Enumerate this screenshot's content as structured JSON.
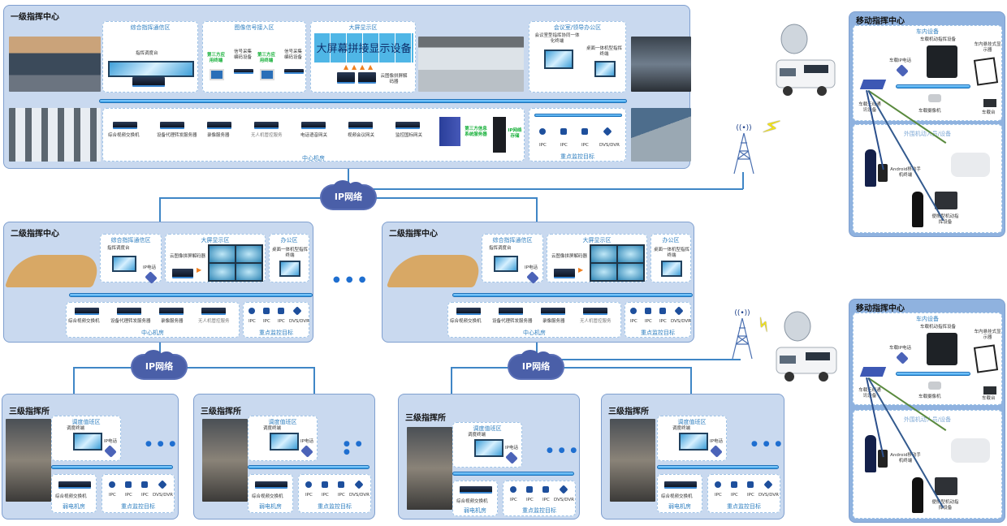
{
  "network": {
    "cloud_label": "IP网络"
  },
  "level1": {
    "title": "一级指挥中心",
    "zones": {
      "command": {
        "title": "综合指挥通信区",
        "console": "指挥调度台"
      },
      "signal": {
        "title": "图像信号接入区",
        "third_party_1": "第三方应用终端",
        "collector_1": "信号采集编码设备",
        "third_party_2": "第三方应用终端",
        "collector_2": "信号采集编码设备"
      },
      "display": {
        "title": "大屏显示区",
        "wall_text": "大屏幕拼接显示设备",
        "decoder": "云图像拼屏解码器"
      },
      "meeting": {
        "title": "会议室/领导办公区",
        "meeting_terminal": "会议室型指挥协同一体化终端",
        "desktop_terminal": "桌面一体机型指挥终端"
      },
      "datacenter": {
        "title": "中心机房",
        "servers": [
          "综合视频交换机",
          "设备代理转发服务器",
          "录像服务器",
          "无人机管控服务",
          "电话语音网关",
          "视频会议网关",
          "监控国标网关"
        ],
        "third_party_server": "第三方信息系统服务器",
        "storage": "IP网络存储"
      },
      "monitoring": {
        "title": "重点监控目标",
        "devices": [
          "IPC",
          "IPC",
          "IPC",
          "DVS/DVR"
        ]
      }
    }
  },
  "level2": [
    {
      "title": "二级指挥中心",
      "zones": {
        "command": {
          "title": "综合指挥通信区",
          "console": "指挥调度台",
          "ip_phone": "IP电话"
        },
        "display": {
          "title": "大屏显示区",
          "decoder": "云图像拼屏解码器"
        },
        "office": {
          "title": "办公区",
          "desktop_terminal": "桌面一体机型指挥终端"
        },
        "datacenter": {
          "title": "中心机房",
          "servers": [
            "综合视频交换机",
            "设备代理转发服务器",
            "录像服务器",
            "无人机管控服务"
          ]
        },
        "monitoring": {
          "title": "重点监控目标",
          "devices": [
            "IPC",
            "IPC",
            "IPC",
            "DVS/DVR"
          ]
        }
      }
    },
    {
      "title": "二级指挥中心",
      "zones": {
        "command": {
          "title": "综合指挥通信区",
          "console": "指挥调度台",
          "ip_phone": "IP电话"
        },
        "display": {
          "title": "大屏显示区",
          "decoder": "云图像拼屏解码器"
        },
        "office": {
          "title": "办公区",
          "desktop_terminal": "桌面一体机型指挥终端"
        },
        "datacenter": {
          "title": "中心机房",
          "servers": [
            "综合视频交换机",
            "设备代理转发服务器",
            "录像服务器",
            "无人机管控服务"
          ]
        },
        "monitoring": {
          "title": "重点监控目标",
          "devices": [
            "IPC",
            "IPC",
            "IPC",
            "DVS/DVR"
          ]
        }
      }
    }
  ],
  "level3": [
    {
      "title": "三级指挥所",
      "duty": {
        "title": "调度值班区",
        "terminal": "调度终端",
        "ip_phone": "IP电话"
      },
      "room": {
        "title": "弱电机房",
        "switch": "综合视频交换机"
      },
      "monitoring": {
        "title": "重点监控目标",
        "devices": [
          "IPC",
          "IPC",
          "IPC",
          "DVS/DVR"
        ]
      }
    },
    {
      "title": "三级指挥所",
      "duty": {
        "title": "调度值班区",
        "terminal": "调度终端",
        "ip_phone": "IP电话"
      },
      "room": {
        "title": "弱电机房",
        "switch": "综合视频交换机"
      },
      "monitoring": {
        "title": "重点监控目标",
        "devices": [
          "IPC",
          "IPC",
          "IPC",
          "DVS/DVR"
        ]
      }
    },
    {
      "title": "三级指挥所",
      "duty": {
        "title": "调度值班区",
        "terminal": "调度终端",
        "ip_phone": "IP电话"
      },
      "room": {
        "title": "弱电机房",
        "switch": "综合视频交换机"
      },
      "monitoring": {
        "title": "重点监控目标",
        "devices": [
          "IPC",
          "IPC",
          "IPC",
          "DVS/DVR"
        ]
      }
    },
    {
      "title": "三级指挥所",
      "duty": {
        "title": "调度值班区",
        "terminal": "调度终端",
        "ip_phone": "IP电话"
      },
      "room": {
        "title": "弱电机房",
        "switch": "综合视频交换机"
      },
      "monitoring": {
        "title": "重点监控目标",
        "devices": [
          "IPC",
          "IPC",
          "IPC",
          "DVS/DVR"
        ]
      }
    }
  ],
  "mobile": [
    {
      "title": "移动指挥中心",
      "vehicle": {
        "title": "车内设备",
        "command_device": "车载机动指挥设备",
        "ip_phone": "车载IP电话",
        "display": "车内悬挂式显示器",
        "wireless": "车载无线通讯设备",
        "camera": "车载摄像机",
        "radio": "车载台"
      },
      "field": {
        "title": "外围机动人员/设备",
        "android": "Android移动手机终端",
        "portable": "便携型机动指挥设备"
      }
    },
    {
      "title": "移动指挥中心",
      "vehicle": {
        "title": "车内设备",
        "command_device": "车载机动指挥设备",
        "ip_phone": "车载IP电话",
        "display": "车内悬挂式显示器",
        "wireless": "车载无线通讯设备",
        "camera": "车载摄像机",
        "radio": "车载台"
      },
      "field": {
        "title": "外围机动人员/设备",
        "android": "Android移动手机终端",
        "portable": "便携型机动指挥设备"
      }
    }
  ],
  "ellipsis": "● ● ●"
}
